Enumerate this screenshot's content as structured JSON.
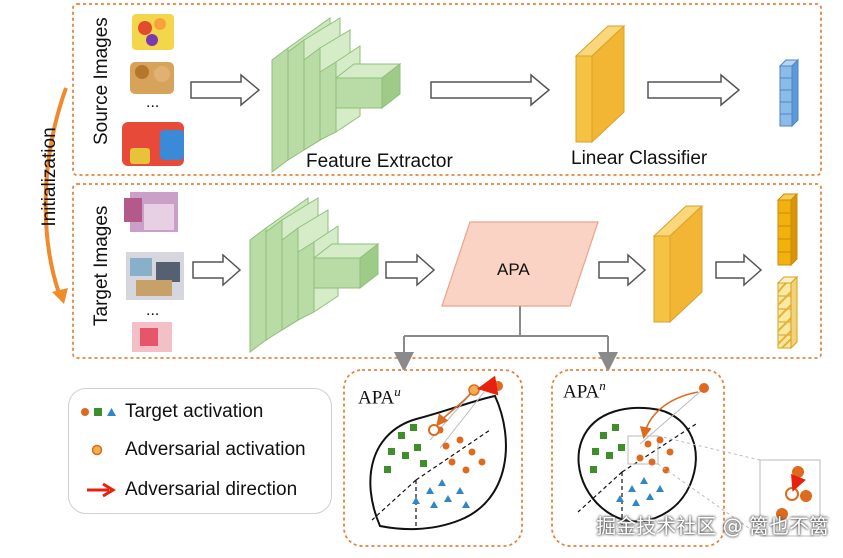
{
  "labels": {
    "initialization": "Initialization",
    "source_images": "Source Images",
    "target_images": "Target Images",
    "feature_extractor": "Feature Extractor",
    "linear_classifier": "Linear Classifier",
    "apa": "APA",
    "apa_u_base": "APA",
    "apa_u_sup": "u",
    "apa_n_base": "APA",
    "apa_n_sup": "n",
    "ellipsis": "..."
  },
  "legend": {
    "target_activation": "Target activation",
    "adversarial_activation": "Adversarial activation",
    "adversarial_direction": "Adversarial direction"
  },
  "watermark": "掘金技术社区 @ 篱也不篱",
  "colors": {
    "dashed_border": "#e8823a",
    "feature_green": "#b9dca6",
    "classifier_yellow": "#f6c244",
    "output_blue": "#7fb1e3",
    "apa_fill": "#fbd3c4",
    "red_arrow": "#e8200e",
    "orange_dot": "#dd6a1f",
    "green_square": "#3e8e2a",
    "blue_triangle": "#2f86c8"
  }
}
